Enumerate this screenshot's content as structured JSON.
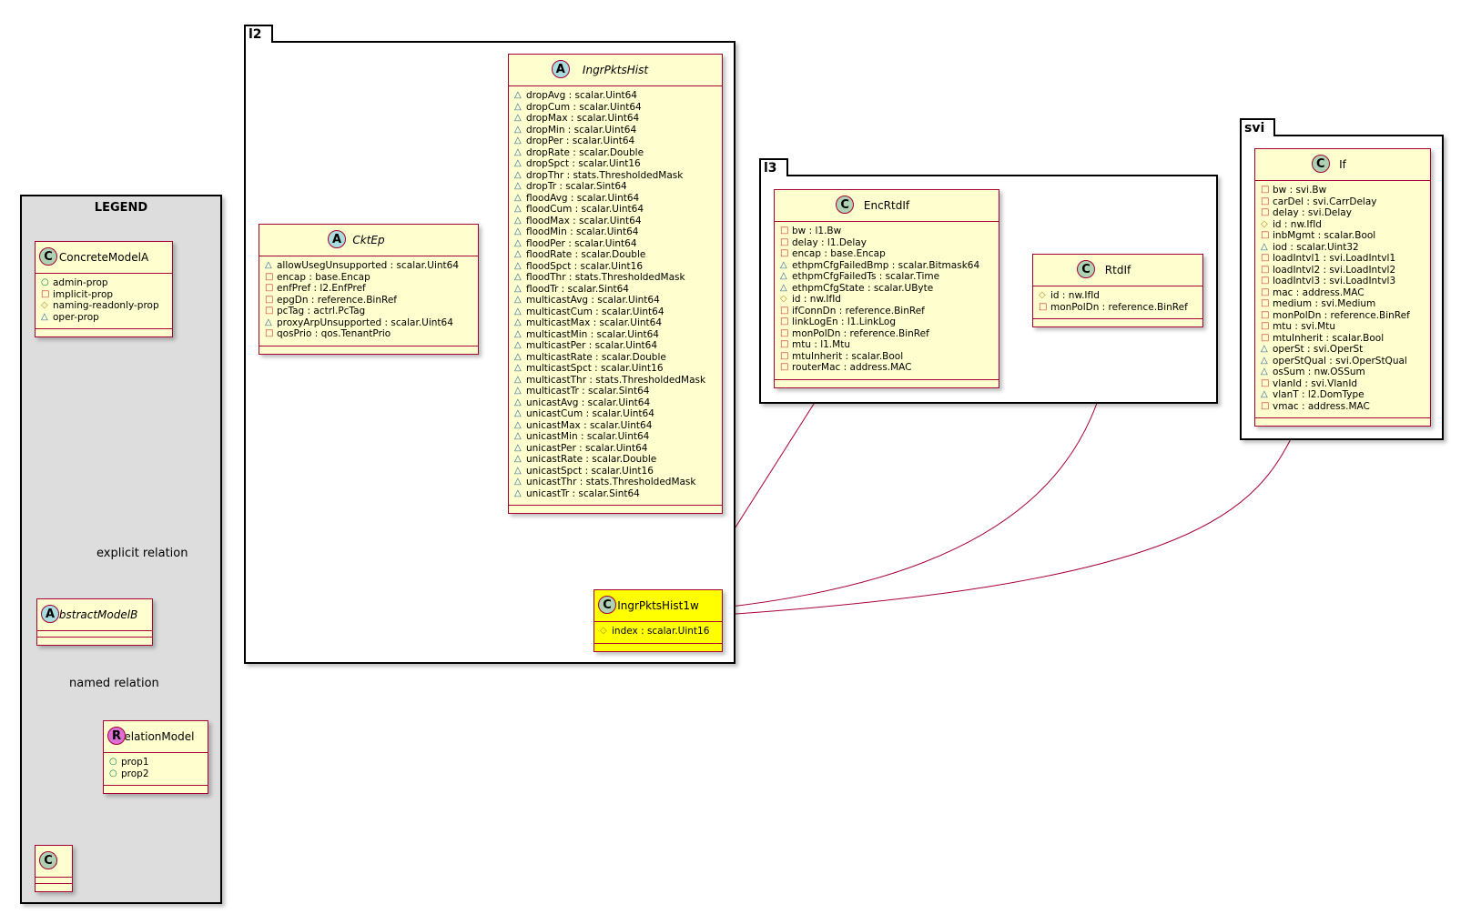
{
  "legend": {
    "title": "LEGEND",
    "classes": [
      {
        "id": "concrete",
        "name": "ConcreteModelA",
        "kind": "C",
        "attrs": [
          {
            "v": "+",
            "t": "admin-prop"
          },
          {
            "v": "-",
            "t": "implicit-prop"
          },
          {
            "v": "#",
            "t": "naming-readonly-prop"
          },
          {
            "v": "~",
            "t": "oper-prop"
          }
        ]
      },
      {
        "id": "abstract",
        "name": "AbstractModelB",
        "kind": "A",
        "attrs": []
      },
      {
        "id": "relation",
        "name": "RelationModel",
        "kind": "R",
        "attrs": [
          {
            "v": "+",
            "t": "prop1"
          },
          {
            "v": "+",
            "t": "prop2"
          }
        ]
      },
      {
        "id": "c",
        "name": "C",
        "kind": "C",
        "attrs": []
      }
    ],
    "labels": {
      "explicit": "explicit relation",
      "named": "named relation"
    }
  },
  "packages": {
    "l2": "l2",
    "l3": "l3",
    "svi": "svi"
  },
  "classes": {
    "ckt": {
      "name": "CktEp",
      "kind": "A",
      "attrs": [
        {
          "v": "~",
          "t": "allowUsegUnsupported : scalar.Uint64"
        },
        {
          "v": "-",
          "t": "encap : base.Encap"
        },
        {
          "v": "-",
          "t": "enfPref : l2.EnfPref"
        },
        {
          "v": "-",
          "t": "epgDn : reference.BinRef"
        },
        {
          "v": "-",
          "t": "pcTag : actrl.PcTag"
        },
        {
          "v": "~",
          "t": "proxyArpUnsupported : scalar.Uint64"
        },
        {
          "v": "-",
          "t": "qosPrio : qos.TenantPrio"
        }
      ]
    },
    "ingr": {
      "name": "IngrPktsHist",
      "kind": "A",
      "attrs": [
        {
          "v": "~",
          "t": "dropAvg : scalar.Uint64"
        },
        {
          "v": "~",
          "t": "dropCum : scalar.Uint64"
        },
        {
          "v": "~",
          "t": "dropMax : scalar.Uint64"
        },
        {
          "v": "~",
          "t": "dropMin : scalar.Uint64"
        },
        {
          "v": "~",
          "t": "dropPer : scalar.Uint64"
        },
        {
          "v": "~",
          "t": "dropRate : scalar.Double"
        },
        {
          "v": "~",
          "t": "dropSpct : scalar.Uint16"
        },
        {
          "v": "~",
          "t": "dropThr : stats.ThresholdedMask"
        },
        {
          "v": "~",
          "t": "dropTr : scalar.Sint64"
        },
        {
          "v": "~",
          "t": "floodAvg : scalar.Uint64"
        },
        {
          "v": "~",
          "t": "floodCum : scalar.Uint64"
        },
        {
          "v": "~",
          "t": "floodMax : scalar.Uint64"
        },
        {
          "v": "~",
          "t": "floodMin : scalar.Uint64"
        },
        {
          "v": "~",
          "t": "floodPer : scalar.Uint64"
        },
        {
          "v": "~",
          "t": "floodRate : scalar.Double"
        },
        {
          "v": "~",
          "t": "floodSpct : scalar.Uint16"
        },
        {
          "v": "~",
          "t": "floodThr : stats.ThresholdedMask"
        },
        {
          "v": "~",
          "t": "floodTr : scalar.Sint64"
        },
        {
          "v": "~",
          "t": "multicastAvg : scalar.Uint64"
        },
        {
          "v": "~",
          "t": "multicastCum : scalar.Uint64"
        },
        {
          "v": "~",
          "t": "multicastMax : scalar.Uint64"
        },
        {
          "v": "~",
          "t": "multicastMin : scalar.Uint64"
        },
        {
          "v": "~",
          "t": "multicastPer : scalar.Uint64"
        },
        {
          "v": "~",
          "t": "multicastRate : scalar.Double"
        },
        {
          "v": "~",
          "t": "multicastSpct : scalar.Uint16"
        },
        {
          "v": "~",
          "t": "multicastThr : stats.ThresholdedMask"
        },
        {
          "v": "~",
          "t": "multicastTr : scalar.Sint64"
        },
        {
          "v": "~",
          "t": "unicastAvg : scalar.Uint64"
        },
        {
          "v": "~",
          "t": "unicastCum : scalar.Uint64"
        },
        {
          "v": "~",
          "t": "unicastMax : scalar.Uint64"
        },
        {
          "v": "~",
          "t": "unicastMin : scalar.Uint64"
        },
        {
          "v": "~",
          "t": "unicastPer : scalar.Uint64"
        },
        {
          "v": "~",
          "t": "unicastRate : scalar.Double"
        },
        {
          "v": "~",
          "t": "unicastSpct : scalar.Uint16"
        },
        {
          "v": "~",
          "t": "unicastThr : stats.ThresholdedMask"
        },
        {
          "v": "~",
          "t": "unicastTr : scalar.Sint64"
        }
      ]
    },
    "ingr1w": {
      "name": "IngrPktsHist1w",
      "kind": "C",
      "attrs": [
        {
          "v": "#",
          "t": "index : scalar.Uint16"
        }
      ]
    },
    "enc": {
      "name": "EncRtdIf",
      "kind": "C",
      "attrs": [
        {
          "v": "-",
          "t": "bw : l1.Bw"
        },
        {
          "v": "-",
          "t": "delay : l1.Delay"
        },
        {
          "v": "-",
          "t": "encap : base.Encap"
        },
        {
          "v": "~",
          "t": "ethpmCfgFailedBmp : scalar.Bitmask64"
        },
        {
          "v": "~",
          "t": "ethpmCfgFailedTs : scalar.Time"
        },
        {
          "v": "~",
          "t": "ethpmCfgState : scalar.UByte"
        },
        {
          "v": "#",
          "t": "id : nw.IfId"
        },
        {
          "v": "-",
          "t": "ifConnDn : reference.BinRef"
        },
        {
          "v": "-",
          "t": "linkLogEn : l1.LinkLog"
        },
        {
          "v": "-",
          "t": "monPolDn : reference.BinRef"
        },
        {
          "v": "-",
          "t": "mtu : l1.Mtu"
        },
        {
          "v": "-",
          "t": "mtuInherit : scalar.Bool"
        },
        {
          "v": "-",
          "t": "routerMac : address.MAC"
        }
      ]
    },
    "rtd": {
      "name": "RtdIf",
      "kind": "C",
      "attrs": [
        {
          "v": "#",
          "t": "id : nw.IfId"
        },
        {
          "v": "-",
          "t": "monPolDn : reference.BinRef"
        }
      ]
    },
    "if": {
      "name": "If",
      "kind": "C",
      "attrs": [
        {
          "v": "-",
          "t": "bw : svi.Bw"
        },
        {
          "v": "-",
          "t": "carDel : svi.CarrDelay"
        },
        {
          "v": "-",
          "t": "delay : svi.Delay"
        },
        {
          "v": "#",
          "t": "id : nw.IfId"
        },
        {
          "v": "-",
          "t": "inbMgmt : scalar.Bool"
        },
        {
          "v": "~",
          "t": "iod : scalar.Uint32"
        },
        {
          "v": "-",
          "t": "loadIntvl1 : svi.LoadIntvl1"
        },
        {
          "v": "-",
          "t": "loadIntvl2 : svi.LoadIntvl2"
        },
        {
          "v": "-",
          "t": "loadIntvl3 : svi.LoadIntvl3"
        },
        {
          "v": "-",
          "t": "mac : address.MAC"
        },
        {
          "v": "-",
          "t": "medium : svi.Medium"
        },
        {
          "v": "-",
          "t": "monPolDn : reference.BinRef"
        },
        {
          "v": "-",
          "t": "mtu : svi.Mtu"
        },
        {
          "v": "-",
          "t": "mtuInherit : scalar.Bool"
        },
        {
          "v": "~",
          "t": "operSt : svi.OperSt"
        },
        {
          "v": "~",
          "t": "operStQual : svi.OperStQual"
        },
        {
          "v": "~",
          "t": "osSum : nw.OSSum"
        },
        {
          "v": "-",
          "t": "vlanId : svi.VlanId"
        },
        {
          "v": "~",
          "t": "vlanT : l2.DomType"
        },
        {
          "v": "-",
          "t": "vmac : address.MAC"
        }
      ]
    }
  },
  "colors": {
    "border": "#a80036",
    "fill": "#fefece",
    "highlight": "#ffff00",
    "legend_bg": "#dddddd"
  }
}
